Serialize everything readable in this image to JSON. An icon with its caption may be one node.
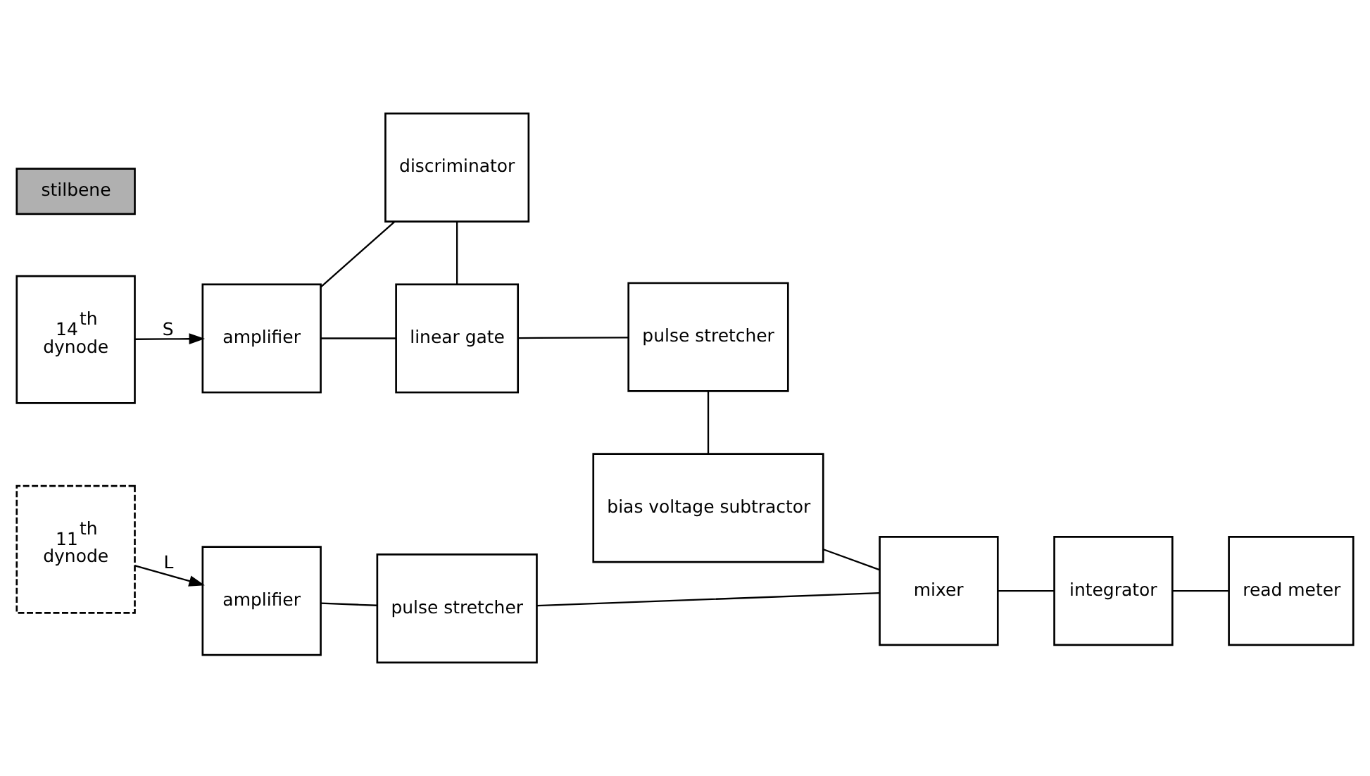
{
  "diagram": {
    "nodes": [
      {
        "text": [
          "stilbene"
        ]
      },
      {
        "text": [
          "14$^{th}$ dynode"
        ]
      },
      {
        "text": [
          "11$^{th}$ dynode"
        ]
      },
      {
        "text": [
          "discriminator"
        ]
      },
      {
        "text": [
          "amplifier"
        ]
      },
      {
        "text": [
          "linear gate"
        ]
      },
      {
        "text": [
          "pulse stretcher"
        ]
      },
      {
        "text": [
          "amplifier"
        ]
      },
      {
        "text": [
          "pulse stretcher"
        ]
      },
      {
        "text": [
          "bias voltage subtractor"
        ]
      },
      {
        "text": [
          "mixer"
        ]
      },
      {
        "text": [
          "integrator"
        ]
      },
      {
        "text": [
          "read meter"
        ]
      }
    ],
    "edges": [
      {
        "from": 1,
        "to": 4,
        "arrow": "to",
        "label": "S"
      },
      {
        "from": 2,
        "to": 7,
        "arrow": "to",
        "label": "L"
      },
      {
        "from": 4,
        "to": 3,
        "arrow": "none"
      },
      {
        "from": 4,
        "to": 5,
        "arrow": "none"
      },
      {
        "from": 3,
        "to": 5,
        "arrow": "none"
      },
      {
        "from": 5,
        "to": 6,
        "arrow": "none"
      },
      {
        "from": 6,
        "to": 9,
        "arrow": "none"
      },
      {
        "from": 7,
        "to": 8,
        "arrow": "none"
      },
      {
        "from": 8,
        "to": 10,
        "arrow": "none"
      },
      {
        "from": 9,
        "to": 10,
        "arrow": "none"
      },
      {
        "from": 10,
        "to": 11,
        "arrow": "none"
      },
      {
        "from": 11,
        "to": 12,
        "arrow": "none"
      }
    ]
  }
}
